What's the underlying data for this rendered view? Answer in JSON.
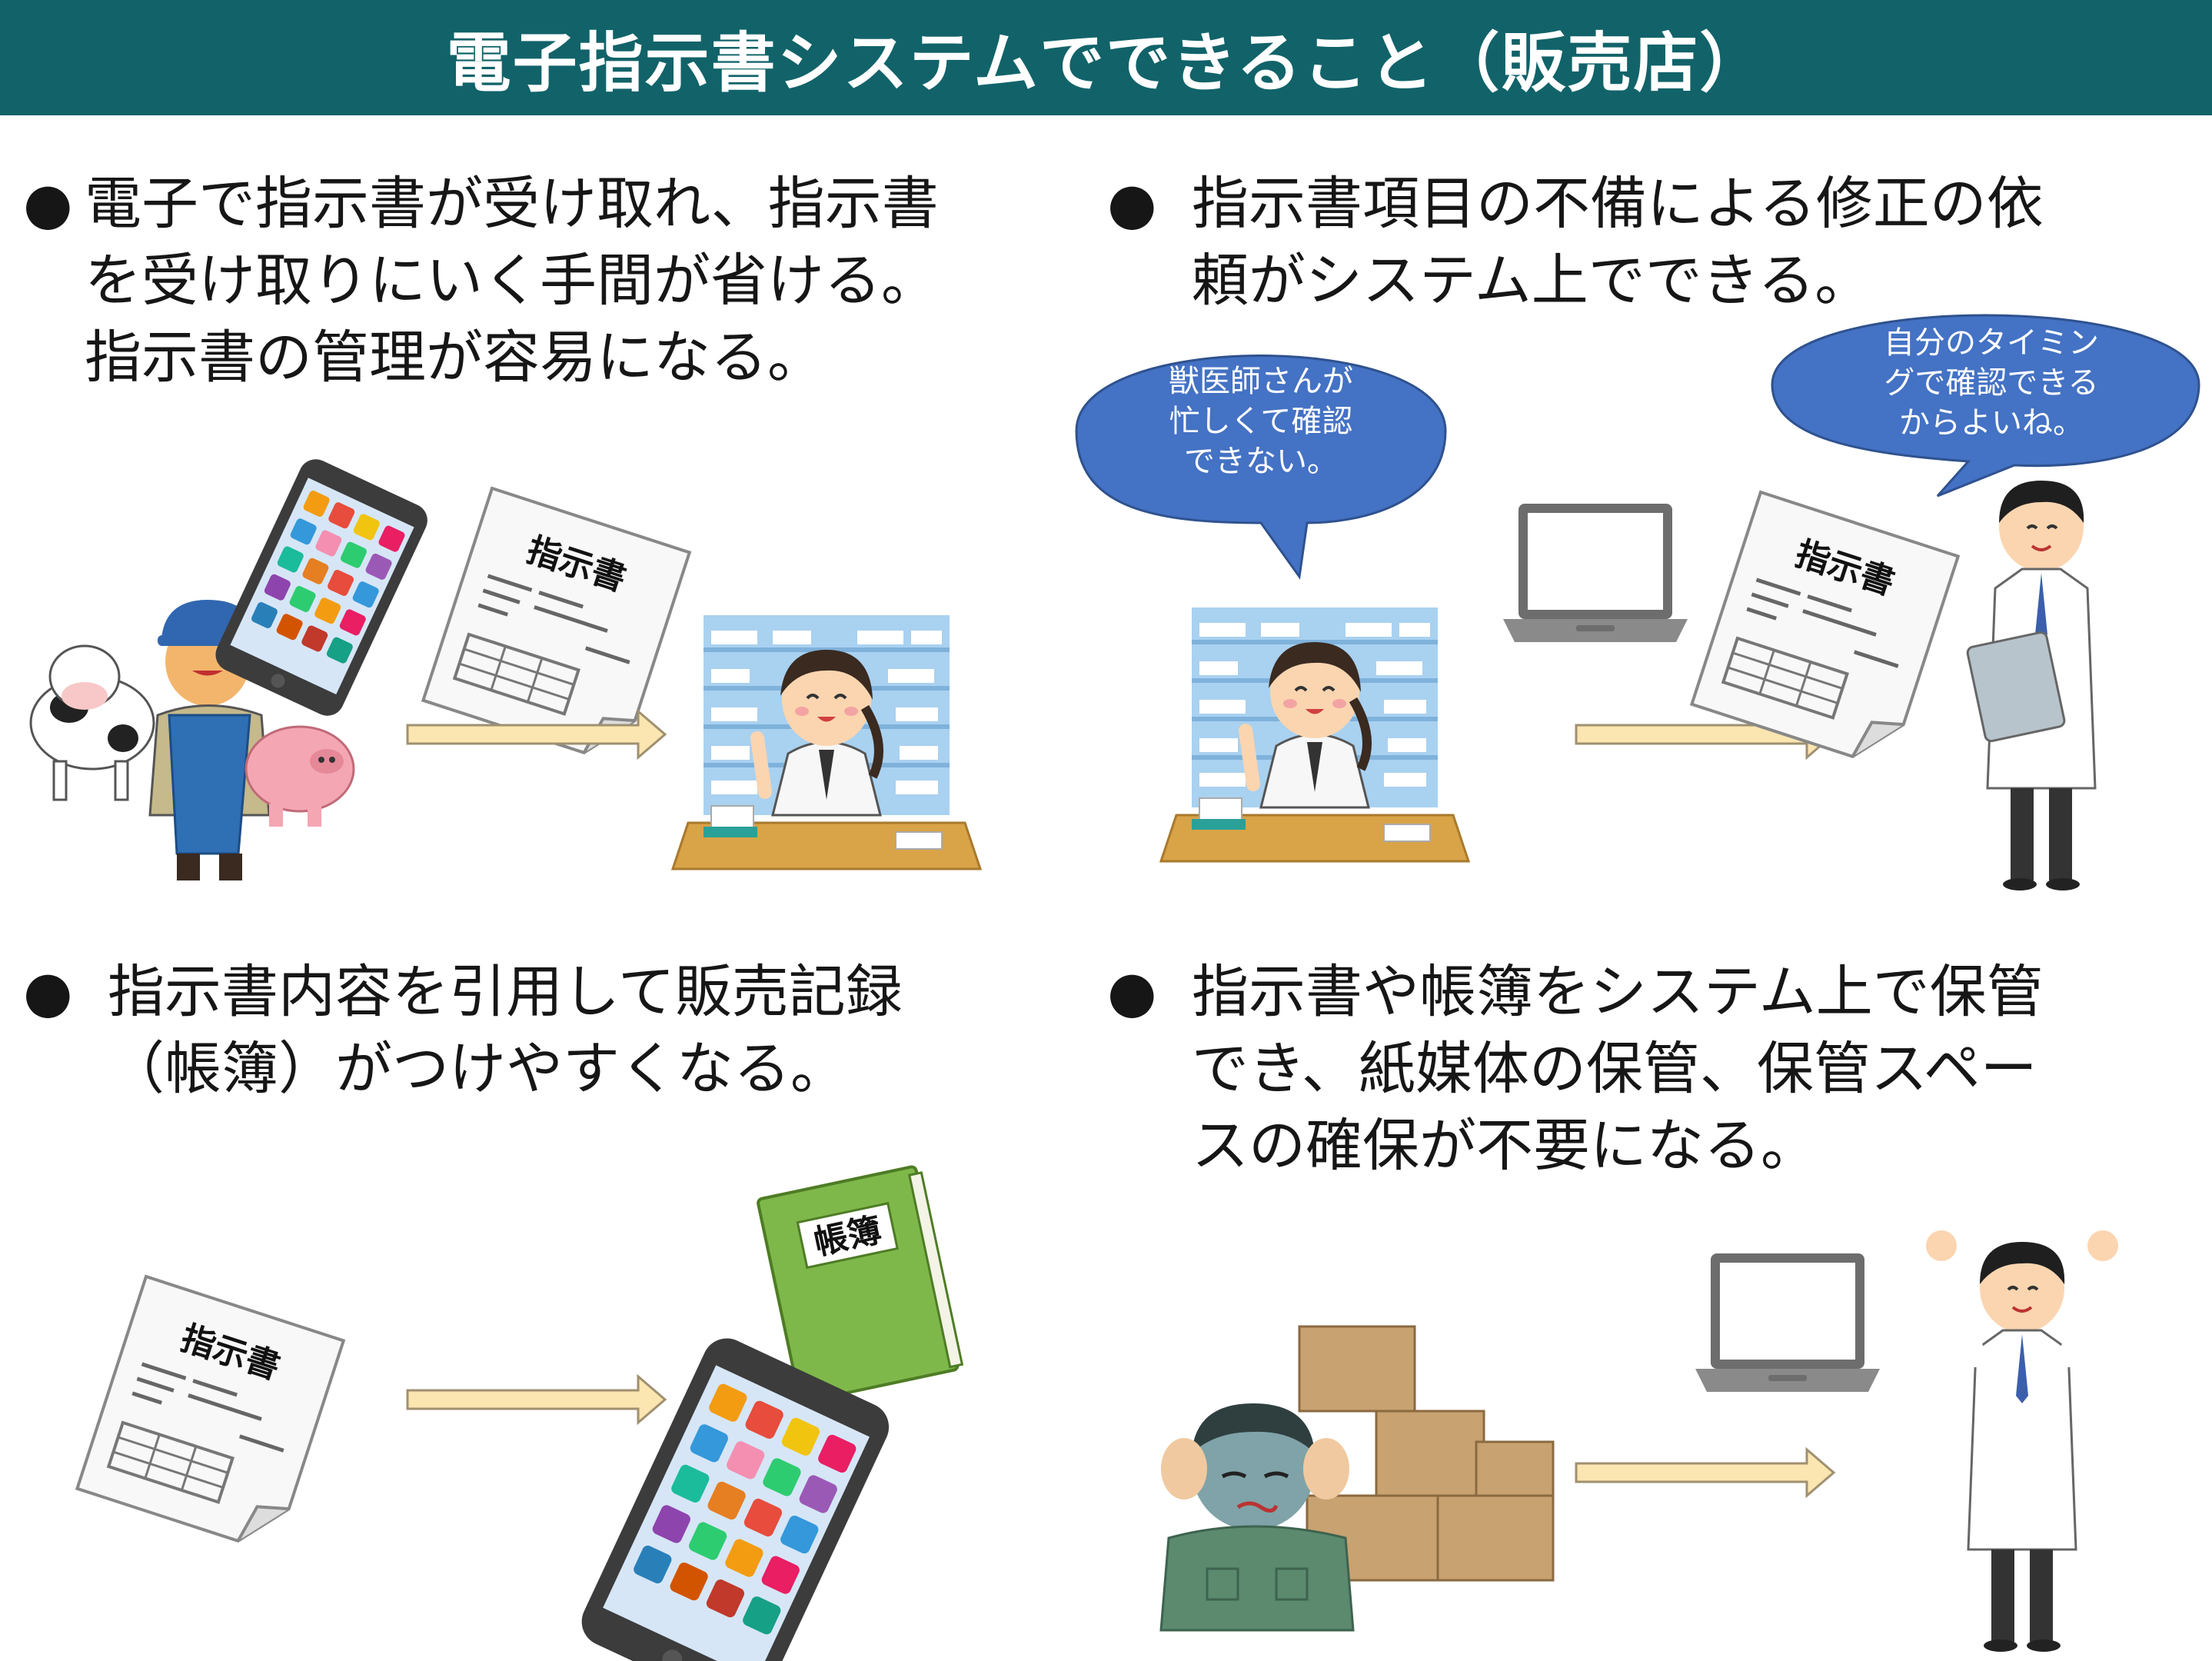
{
  "title": "電子指示書システムでできること（販売店）",
  "bullets": [
    {
      "marker": "●",
      "lines": [
        "電子で指示書が受け取れ、指示書",
        "を受け取りにいく手間が省ける。",
        "指示書の管理が容易になる。"
      ]
    },
    {
      "marker": "●",
      "lines": [
        "指示書項目の不備による修正の依",
        "頼がシステム上でできる。"
      ]
    },
    {
      "marker": "●",
      "lines": [
        "指示書内容を引用して販売記録",
        "（帳簿）がつけやすくなる。"
      ]
    },
    {
      "marker": "●",
      "lines": [
        "指示書や帳簿をシステム上で保管",
        "でき、紙媒体の保管、保管スペー",
        "スの確保が不要になる。"
      ]
    }
  ],
  "speech_bubbles": {
    "vet_busy": [
      "獣医師さんが",
      "忙しくて確認",
      "できない。"
    ],
    "own_timing": [
      "自分のタイミン",
      "グで確認できる",
      "からよいね。"
    ]
  },
  "document_label": "指示書",
  "ledger_label": "帳簿",
  "colors": {
    "title_bar": "#116369",
    "bubble": "#4472c4",
    "arrow_fill": "#fbe5b0",
    "arrow_stroke": "#a09070"
  }
}
